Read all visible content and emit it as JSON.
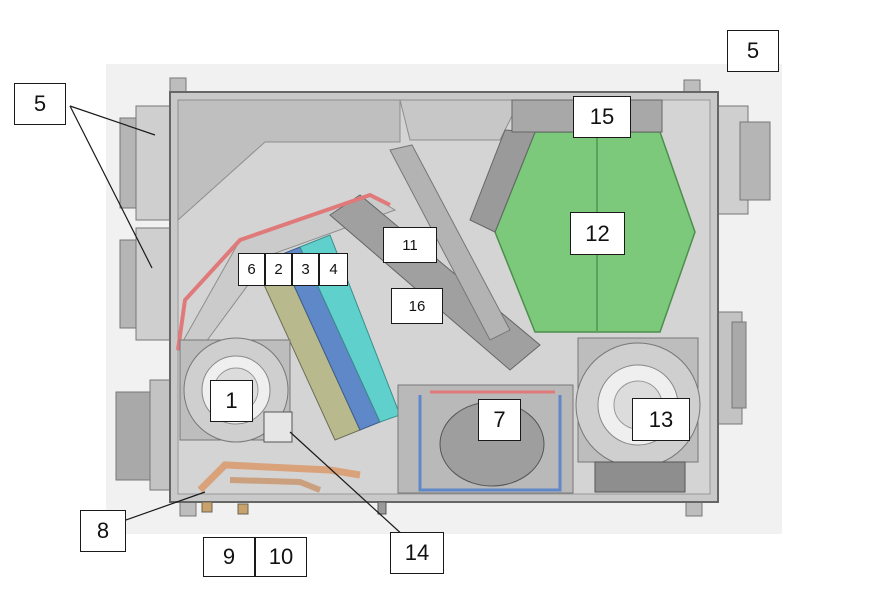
{
  "diagram": {
    "labels": {
      "l1": "1",
      "l2": "2",
      "l3": "3",
      "l4": "4",
      "l5a": "5",
      "l5b": "5",
      "l6": "6",
      "l7": "7",
      "l8": "8",
      "l9": "9",
      "l10": "10",
      "l11": "11",
      "l12": "12",
      "l13": "13",
      "l14": "14",
      "l15": "15",
      "l16": "16"
    },
    "colors": {
      "background": "#ffffff",
      "panel_bg": "#f1f1f1",
      "housing": "#c9c9c9",
      "housing_dark": "#8e8e8e",
      "heat_exchanger": "#7cc97c",
      "coil_teal": "#5fd0cc",
      "coil_blue": "#5f88c9",
      "coil_olive": "#b9b98e",
      "pipe_copper": "#d9a27a",
      "pipe_red": "#e07a7a",
      "line": "#1a1a1a"
    }
  }
}
